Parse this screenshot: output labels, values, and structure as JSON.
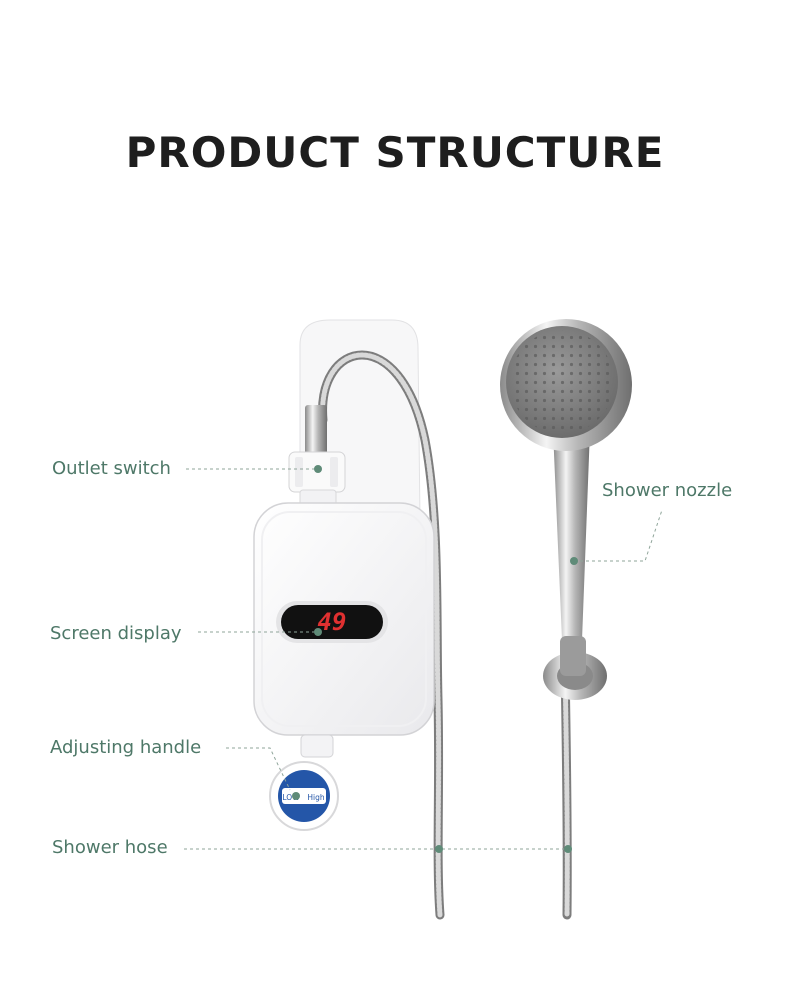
{
  "title": "PRODUCT STRUCTURE",
  "labels": {
    "outlet_switch": "Outlet switch",
    "shower_nozzle": "Shower nozzle",
    "screen_display": "Screen display",
    "adjusting_handle": "Adjusting handle",
    "shower_hose": "Shower hose"
  },
  "device": {
    "display_readout": "49",
    "knob_low": "LOW",
    "knob_high": "High"
  },
  "colors": {
    "label_text": "#4e7868",
    "leader_line": "#8fa59a",
    "marker_dot": "#5f8b78",
    "display_led": "#e03030"
  }
}
